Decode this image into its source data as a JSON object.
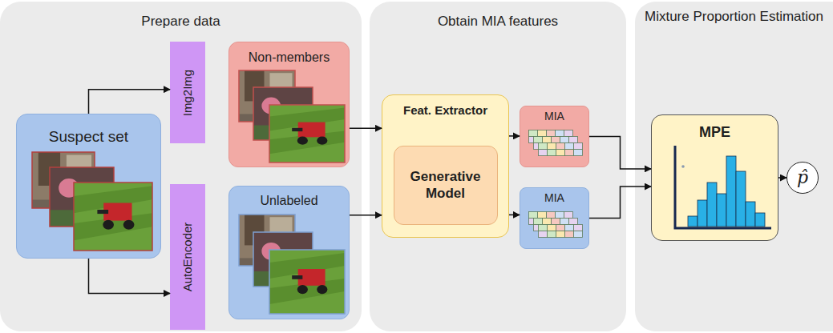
{
  "diagram": {
    "nodes": [
      {
        "text": [
          "Prepare data"
        ]
      },
      {
        "text": [
          "Suspect set"
        ],
        "in": 0
      },
      {
        "text": [
          "Img2Img"
        ],
        "in": 0
      },
      {
        "text": [
          "AutoEncoder"
        ],
        "in": 0
      },
      {
        "text": [
          "Non-members"
        ],
        "in": 0
      },
      {
        "text": [
          "Unlabeled"
        ],
        "in": 0
      },
      {
        "text": [
          "Obtain MIA features"
        ]
      },
      {
        "text": [
          "Feat. Extractor"
        ],
        "in": 6
      },
      {
        "text": [
          "Generative Model"
        ],
        "in": 7
      },
      {
        "text": [
          "MIA"
        ],
        "in": 6
      },
      {
        "text": [
          "MIA"
        ],
        "in": 6
      },
      {
        "text": [
          "Mixture Proportion Estimation"
        ]
      },
      {
        "text": [
          "MPE"
        ],
        "in": 11
      },
      {
        "text": [
          "p̂"
        ],
        "in": 11
      }
    ],
    "edges": [
      {
        "from": 1,
        "to": 2,
        "arrow": "to"
      },
      {
        "from": 1,
        "to": 3,
        "arrow": "to"
      },
      {
        "from": 4,
        "to": 7,
        "arrow": "to"
      },
      {
        "from": 5,
        "to": 7,
        "arrow": "to"
      },
      {
        "from": 7,
        "to": 9,
        "arrow": "to"
      },
      {
        "from": 7,
        "to": 10,
        "arrow": "to"
      },
      {
        "from": 9,
        "to": 12,
        "arrow": "to"
      },
      {
        "from": 10,
        "to": 12,
        "arrow": "to"
      },
      {
        "from": 12,
        "to": 13,
        "arrow": "to"
      }
    ]
  }
}
